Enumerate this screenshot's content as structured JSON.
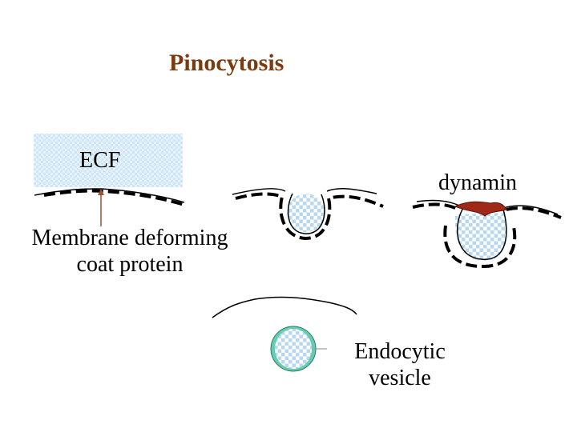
{
  "diagram": {
    "title": "Pinocytosis",
    "labels": {
      "ecf": "ECF",
      "dynamin": "dynamin",
      "membrane_line1": "Membrane deforming",
      "membrane_line2": "coat protein",
      "endocytic_line1": "Endocytic",
      "endocytic_line2": "vesicle"
    },
    "colors": {
      "title": "#7a3b10",
      "ecf_fill": "#dceefa",
      "checker": "#b8d8f2",
      "vesicle_rim": "#66ccb0",
      "dynamin": "#a02818",
      "arrow": "#a05030"
    }
  }
}
